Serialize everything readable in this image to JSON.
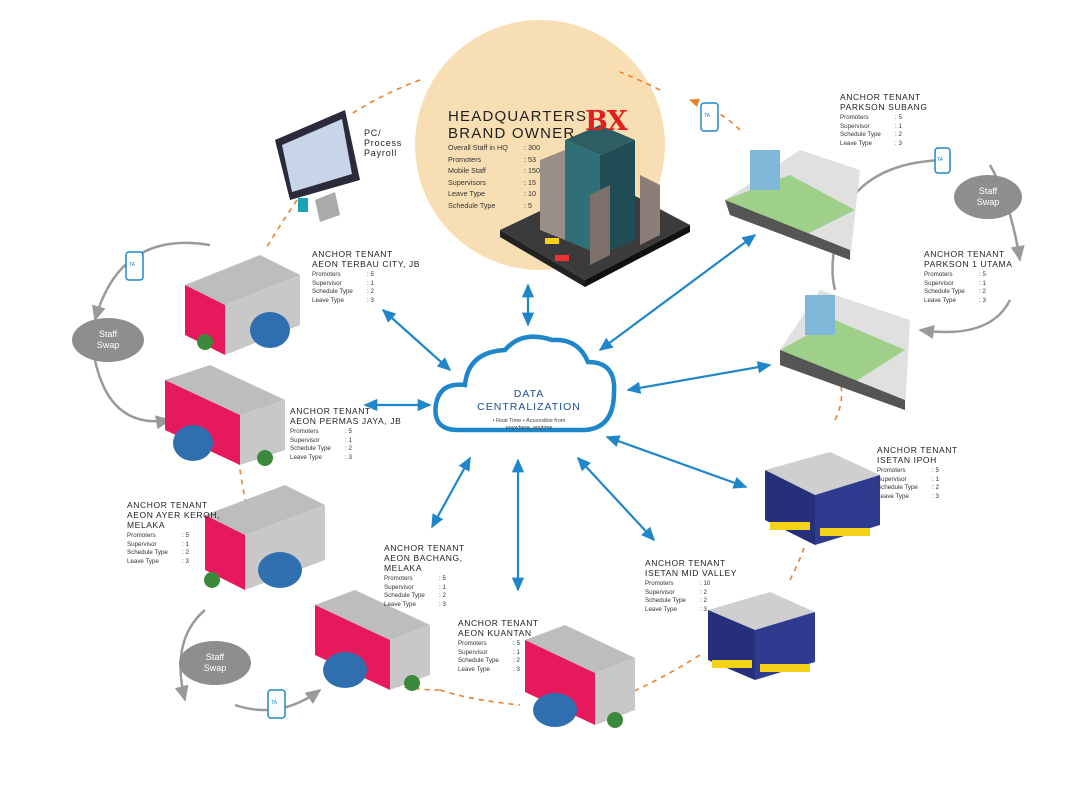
{
  "headquarters": {
    "title_line1": "HEADQUARTERS",
    "title_line2": "BRAND OWNER",
    "logo": "BX",
    "stats": [
      {
        "label": "Overall Staff in HQ",
        "value": ": 300"
      },
      {
        "label": "Promoters",
        "value": ": 53"
      },
      {
        "label": "Mobile Staff",
        "value": ": 150"
      },
      {
        "label": "Supervisors",
        "value": ": 15"
      },
      {
        "label": "Leave Type",
        "value": ": 10"
      },
      {
        "label": "Schedule Type",
        "value": ": 5"
      }
    ]
  },
  "pc": {
    "line1": "PC/",
    "line2": "Process",
    "line3": "Payroll"
  },
  "cloud": {
    "line1": "DATA",
    "line2": "CENTRALIZATION",
    "note1": "• Real Time    • Accessible from",
    "note2": "anywhere, anytime"
  },
  "staff_swap": {
    "line1": "Staff",
    "line2": "Swap"
  },
  "phone_label": "TA",
  "tenants": {
    "terbau": {
      "line1": "ANCHOR TENANT",
      "line2": "AEON TERBAU CITY, JB",
      "line3": "",
      "stats": [
        {
          "label": "Promoters",
          "value": ": 5"
        },
        {
          "label": "Supervisor",
          "value": ": 1"
        },
        {
          "label": "Schedule Type",
          "value": ": 2"
        },
        {
          "label": "Leave Type",
          "value": ": 3"
        }
      ]
    },
    "permas": {
      "line1": "ANCHOR TENANT",
      "line2": "AEON PERMAS JAYA, JB",
      "line3": "",
      "stats": [
        {
          "label": "Promoters",
          "value": ": 5"
        },
        {
          "label": "Supervisor",
          "value": ": 1"
        },
        {
          "label": "Schedule Type",
          "value": ": 2"
        },
        {
          "label": "Leave Type",
          "value": ": 3"
        }
      ]
    },
    "ayer_keroh": {
      "line1": "ANCHOR TENANT",
      "line2": "AEON AYER KEROH,",
      "line3": "MELAKA",
      "stats": [
        {
          "label": "Promoters",
          "value": ": 5"
        },
        {
          "label": "Supervisor",
          "value": ": 1"
        },
        {
          "label": "Schedule Type",
          "value": ": 2"
        },
        {
          "label": "Leave Type",
          "value": ": 3"
        }
      ]
    },
    "bachang": {
      "line1": "ANCHOR TENANT",
      "line2": "AEON BACHANG,",
      "line3": "MELAKA",
      "stats": [
        {
          "label": "Promoters",
          "value": ": 5"
        },
        {
          "label": "Supervisor",
          "value": ": 1"
        },
        {
          "label": "Schedule Type",
          "value": ": 2"
        },
        {
          "label": "Leave Type",
          "value": ": 3"
        }
      ]
    },
    "kuantan": {
      "line1": "ANCHOR TENANT",
      "line2": "AEON KUANTAN",
      "line3": "",
      "stats": [
        {
          "label": "Promoters",
          "value": ": 5"
        },
        {
          "label": "Supervisor",
          "value": ": 1"
        },
        {
          "label": "Schedule Type",
          "value": ": 2"
        },
        {
          "label": "Leave Type",
          "value": ": 3"
        }
      ]
    },
    "mid_valley": {
      "line1": "ANCHOR TENANT",
      "line2": "ISETAN MID VALLEY",
      "line3": "",
      "stats": [
        {
          "label": "Promoters",
          "value": ": 10"
        },
        {
          "label": "Supervisor",
          "value": ": 2"
        },
        {
          "label": "Schedule Type",
          "value": ": 2"
        },
        {
          "label": "Leave Type",
          "value": ": 3"
        }
      ]
    },
    "ipoh": {
      "line1": "ANCHOR TENANT",
      "line2": "ISETAN IPOH",
      "line3": "",
      "stats": [
        {
          "label": "Promoters",
          "value": ": 5"
        },
        {
          "label": "Supervisor",
          "value": ": 1"
        },
        {
          "label": "Schedule Type",
          "value": ": 2"
        },
        {
          "label": "Leave Type",
          "value": ": 3"
        }
      ]
    },
    "subang": {
      "line1": "ANCHOR TENANT",
      "line2": "PARKSON SUBANG",
      "line3": "",
      "stats": [
        {
          "label": "Promoters",
          "value": ": 5"
        },
        {
          "label": "Supervisor",
          "value": ": 1"
        },
        {
          "label": "Schedule Type",
          "value": ": 2"
        },
        {
          "label": "Leave Type",
          "value": ": 3"
        }
      ]
    },
    "one_utama": {
      "line1": "ANCHOR TENANT",
      "line2": "PARKSON 1 UTAMA",
      "line3": "",
      "stats": [
        {
          "label": "Promoters",
          "value": ": 5"
        },
        {
          "label": "Supervisor",
          "value": ": 1"
        },
        {
          "label": "Schedule Type",
          "value": ": 2"
        },
        {
          "label": "Leave Type",
          "value": ": 3"
        }
      ]
    }
  },
  "colors": {
    "hq_circle": "#f8dfb3",
    "arrow_blue": "#1f87c9",
    "dash_orange": "#e8822b",
    "swap_grey": "#8e8e8e",
    "aeon_pink": "#e6195c",
    "isetan_blue": "#26307a",
    "isetan_yellow": "#f5d21a",
    "parkson_grey": "#d9d9d9"
  }
}
